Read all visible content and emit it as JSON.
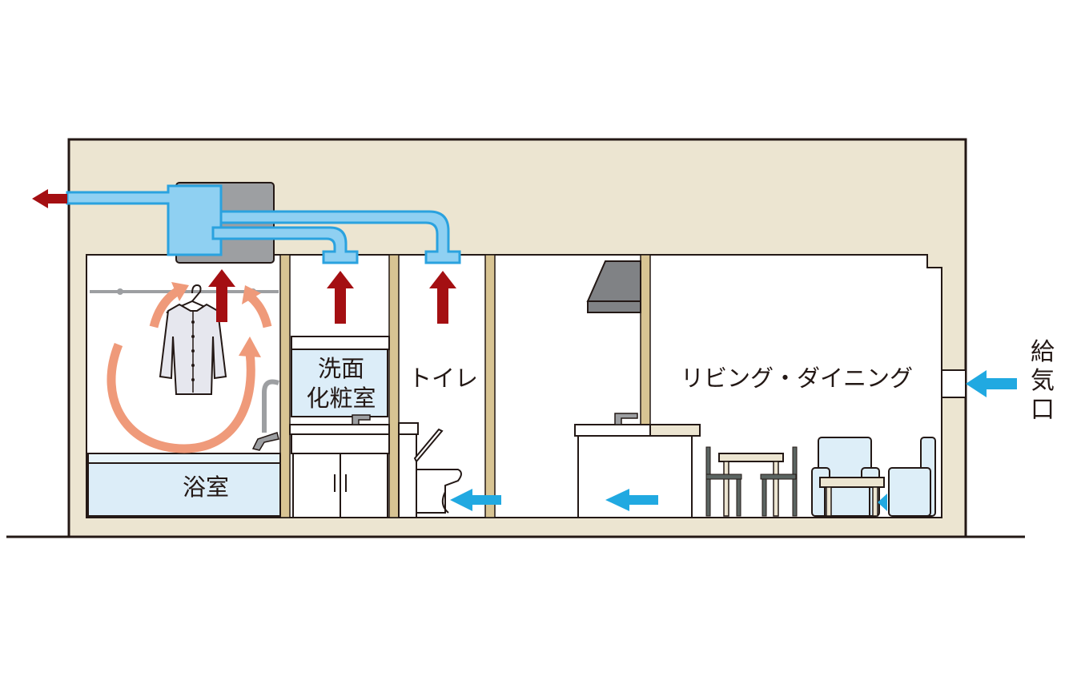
{
  "diagram": {
    "labels": {
      "bathroom": "浴室",
      "washroom_line1": "洗面",
      "washroom_line2": "化粧室",
      "toilet": "トイレ",
      "living_dining": "リビング・ダイニング",
      "air_intake": [
        "給",
        "気",
        "口"
      ]
    },
    "colors": {
      "house_wall": "#ece5d1",
      "outline": "#231815",
      "duct_blue": "#8fd0f2",
      "duct_outline": "#2aa2df",
      "exhaust_arrow_red": "#a40f12",
      "supply_arrow_blue": "#21a9e1",
      "circulation_arrow_orange": "#ef9a7a",
      "wood_pillar": "#d8c493",
      "fan_unit_gray": "#9d9fa2"
    },
    "icons": [
      "shirt-on-hanger-icon",
      "toilet-icon",
      "faucet-icon",
      "range-hood-icon",
      "sofa-icon",
      "dining-table-icon"
    ]
  }
}
